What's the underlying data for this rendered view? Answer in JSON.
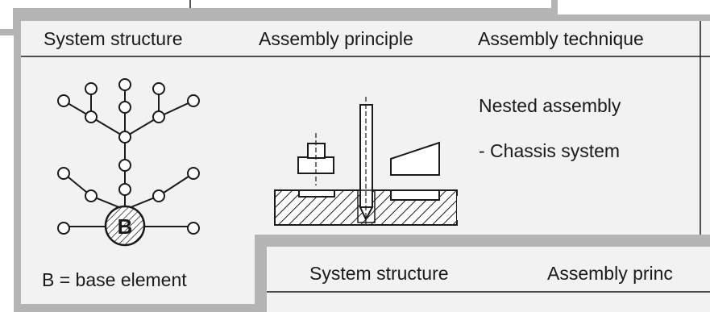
{
  "front_panel": {
    "headers": {
      "system_structure": "System structure",
      "assembly_principle": "Assembly principle",
      "assembly_technique": "Assembly technique"
    },
    "node_label": "B",
    "caption": "B = base element",
    "technique": {
      "line1": "Nested assembly",
      "line2": "- Chassis system"
    }
  },
  "back_panel": {
    "headers": {
      "system_structure": "System structure",
      "assembly_principle": "Assembly princ"
    }
  },
  "colors": {
    "frame": "#b4b4b4",
    "panel_bg": "#f2f2f2",
    "line": "#1a1a1a",
    "hatch_fill": "#ffffff"
  }
}
